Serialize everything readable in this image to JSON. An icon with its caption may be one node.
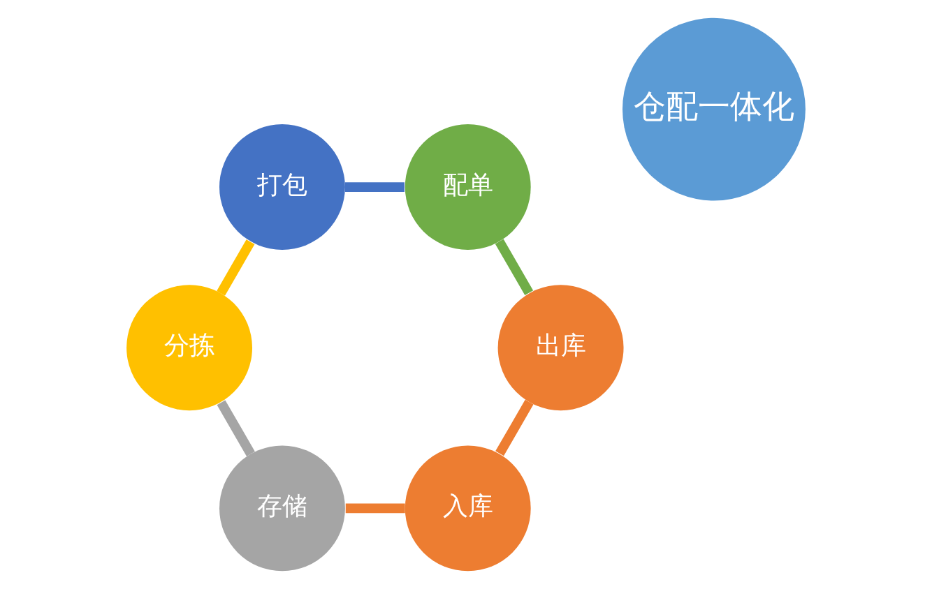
{
  "diagram": {
    "nodes": [
      {
        "text": [
          "入库"
        ]
      },
      {
        "text": [
          "出库"
        ]
      },
      {
        "text": [
          "存储"
        ]
      },
      {
        "text": [
          "仓配一体化"
        ]
      },
      {
        "text": [
          "配单"
        ]
      },
      {
        "text": [
          "分拣"
        ]
      },
      {
        "text": [
          "打包"
        ]
      }
    ],
    "edges": [
      {
        "from": 0,
        "to": 2,
        "arrow": "none",
        "color": "#ed7d31"
      },
      {
        "from": 2,
        "to": 5,
        "arrow": "none",
        "color": "#a5a5a5"
      },
      {
        "from": 5,
        "to": 6,
        "arrow": "none",
        "color": "#ffc000"
      },
      {
        "from": 6,
        "to": 4,
        "arrow": "none",
        "color": "#4472c4"
      },
      {
        "from": 4,
        "to": 1,
        "arrow": "none",
        "color": "#70ad47"
      },
      {
        "from": 1,
        "to": 0,
        "arrow": "none",
        "color": "#ed7d31"
      }
    ]
  }
}
